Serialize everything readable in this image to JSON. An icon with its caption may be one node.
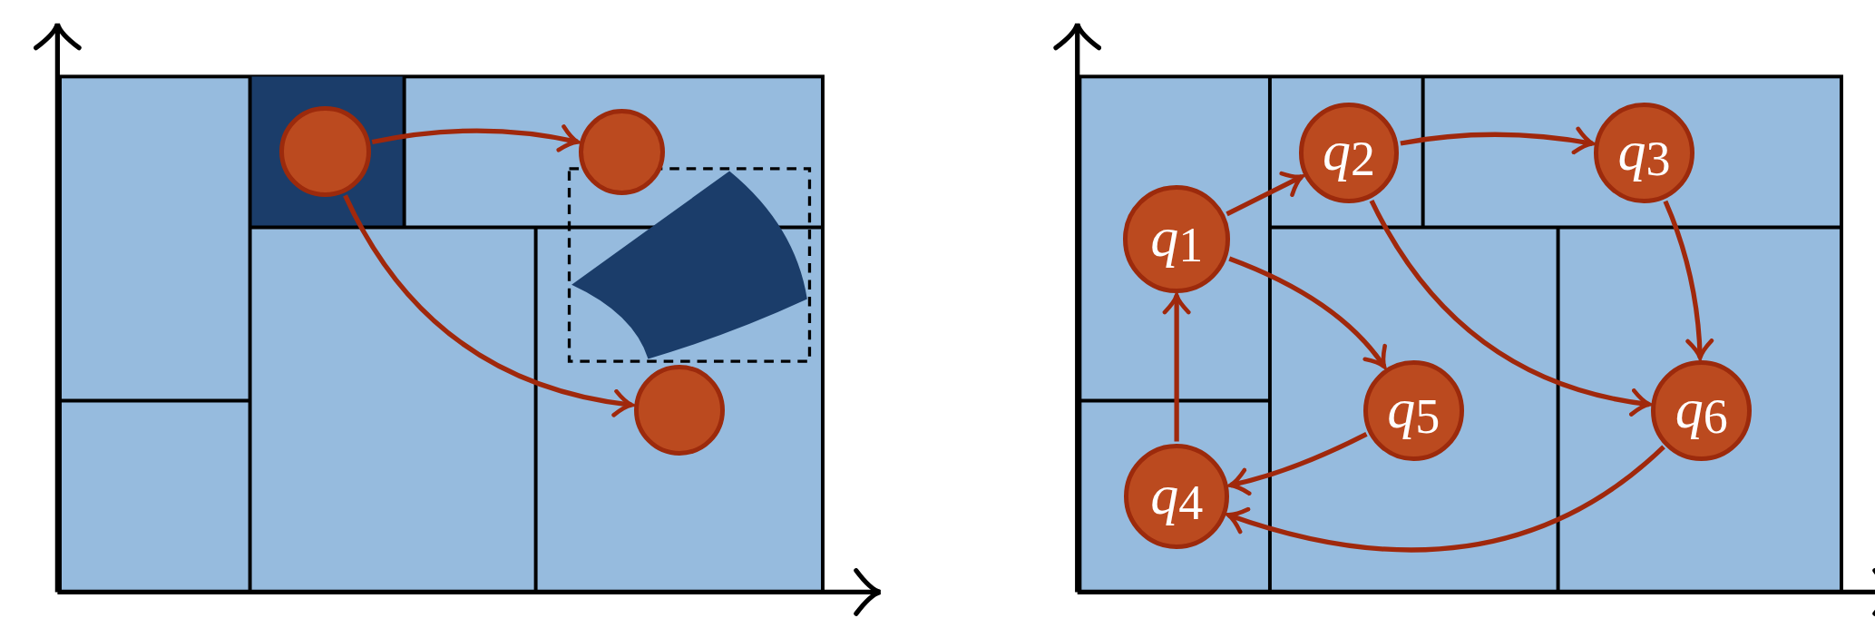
{
  "diagram": {
    "nodes": [
      {
        "text": [],
        "shape": "circle"
      },
      {
        "text": [],
        "shape": "circle"
      },
      {
        "text": [],
        "shape": "circle"
      },
      {
        "text": [
          "q$_{1}$"
        ]
      },
      {
        "text": [
          "q$_{2}$"
        ]
      },
      {
        "text": [
          "q$_{3}$"
        ]
      },
      {
        "text": [
          "q$_{4}$"
        ]
      },
      {
        "text": [
          "q$_{5}$"
        ]
      },
      {
        "text": [
          "q$_{6}$"
        ]
      }
    ],
    "edges": [
      {
        "from": 0,
        "to": 1,
        "arrow": "to"
      },
      {
        "from": 0,
        "to": 2,
        "arrow": "to"
      },
      {
        "from": 3,
        "to": 4,
        "arrow": "to"
      },
      {
        "from": 4,
        "to": 5,
        "arrow": "to"
      },
      {
        "from": 3,
        "to": 7,
        "arrow": "to"
      },
      {
        "from": 4,
        "to": 8,
        "arrow": "to"
      },
      {
        "from": 5,
        "to": 8,
        "arrow": "to"
      },
      {
        "from": 7,
        "to": 6,
        "arrow": "to"
      },
      {
        "from": 8,
        "to": 6,
        "arrow": "to"
      },
      {
        "from": 6,
        "to": 3,
        "arrow": "to"
      }
    ]
  }
}
